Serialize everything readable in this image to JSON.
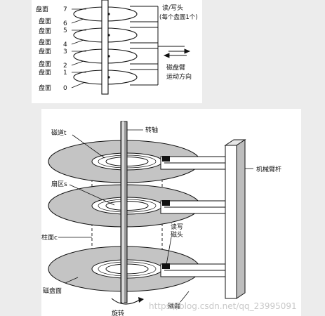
{
  "top_diagram": {
    "surfaces": [
      {
        "label": "盘面",
        "number": "7"
      },
      {
        "label": "盘面",
        "number": "6"
      },
      {
        "label": "盘面",
        "number": "5"
      },
      {
        "label": "盘面",
        "number": "4"
      },
      {
        "label": "盘面",
        "number": "3"
      },
      {
        "label": "盘面",
        "number": "2"
      },
      {
        "label": "盘面",
        "number": "1"
      },
      {
        "label": "盘面",
        "number": "0"
      }
    ],
    "rw_head_line1": "读/写头",
    "rw_head_line2": "(每个盘面1个)",
    "arm_motion_line1": "磁盘臂",
    "arm_motion_line2": "运动方向"
  },
  "bottom_diagram": {
    "track": "磁道t",
    "spindle": "转轴",
    "arm_rod": "机械臂杆",
    "sector": "扇区s",
    "cylinder": "柱面c",
    "rw_head_line1": "读写",
    "rw_head_line2": "磁头",
    "platter": "磁盘面",
    "arm": "磁臂",
    "rotation": "旋转"
  },
  "watermark": "https://blog.csdn.net/qq_23995091",
  "colors": {
    "page_bg": "#ececec",
    "panel_bg": "#ffffff",
    "platter_fill": "#c4c4c4",
    "ink": "#111111"
  }
}
